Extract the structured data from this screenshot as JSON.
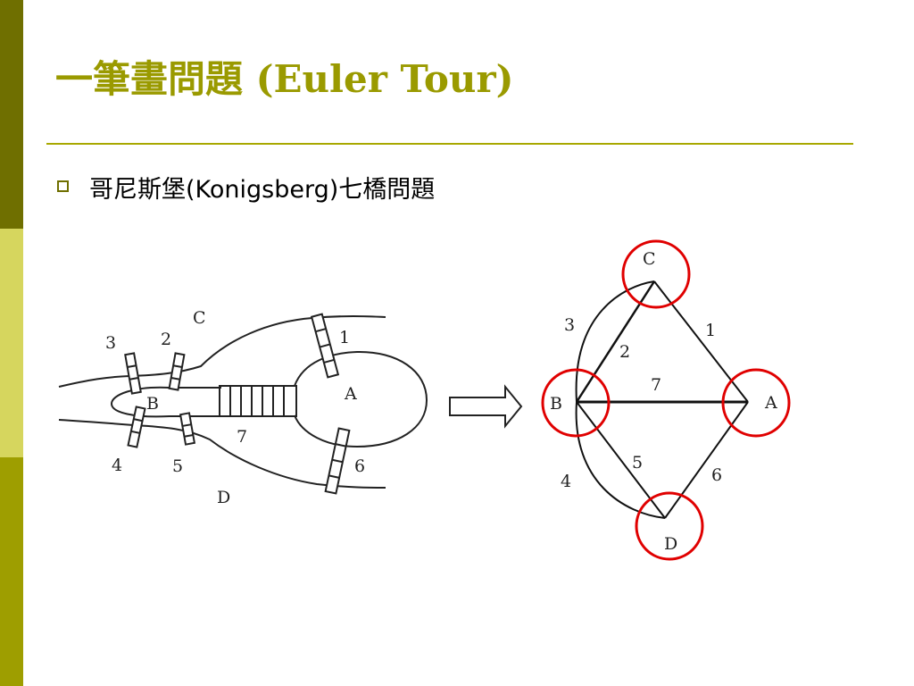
{
  "slide": {
    "title": "一筆畫問題 (Euler Tour)",
    "bullet": "哥尼斯堡(Konigsberg)七橋問題"
  },
  "map": {
    "regions": {
      "A": "A",
      "B": "B",
      "C": "C",
      "D": "D"
    },
    "bridges": [
      "1",
      "2",
      "3",
      "4",
      "5",
      "6",
      "7"
    ]
  },
  "graph": {
    "nodes": {
      "A": "A",
      "B": "B",
      "C": "C",
      "D": "D"
    },
    "edges": [
      "1",
      "2",
      "3",
      "4",
      "5",
      "6",
      "7"
    ]
  },
  "colors": {
    "title": "#9a9a00",
    "sidebar_dark": "#6f6f00",
    "sidebar_light": "#d6d65e",
    "sidebar_mid": "#9e9e00",
    "highlight_circle": "#e00000"
  }
}
